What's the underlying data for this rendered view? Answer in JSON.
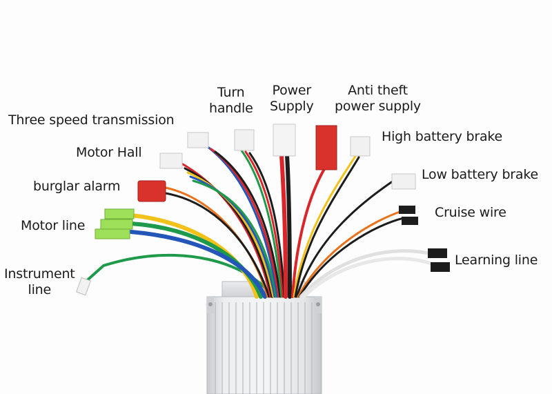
{
  "labels": {
    "three_speed": "Three speed transmission",
    "motor_hall": "Motor Hall",
    "burglar_alarm": "burglar alarm",
    "motor_line": "Motor line",
    "instrument_line": "Instrument\nline",
    "turn_handle": "Turn\nhandle",
    "power_supply": "Power\nSupply",
    "anti_theft": "Anti theft\npower supply",
    "high_brake": "High battery brake",
    "low_brake": "Low battery brake",
    "cruise_wire": "Cruise wire",
    "learning_line": "Learning line"
  },
  "colors": {
    "wire_red": "#d8262a",
    "wire_yellow": "#f2c21a",
    "wire_green": "#1e9a4a",
    "wire_blue": "#2356b8",
    "wire_black": "#1c1c1c",
    "wire_white": "#eeeeee",
    "wire_orange": "#e8731c",
    "connector_red": "#d9322b",
    "connector_green": "#9ee05a",
    "housing": "#d7d9dc"
  }
}
